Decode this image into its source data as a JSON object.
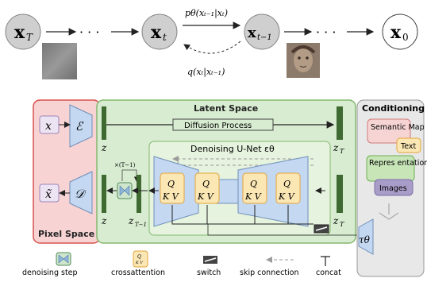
{
  "top": {
    "x_T": "x",
    "x_T_sub": "T",
    "x_t": "x",
    "x_t_sub": "t",
    "x_t1": "x",
    "x_t1_sub": "t−1",
    "x_0": "x",
    "x_0_sub": "0",
    "ellipsis": "· · ·",
    "p_theta_label": "pθ(xₜ₋₁|xₜ)",
    "q_label": "q(xₜ|xₜ₋₁)"
  },
  "pixel_space": {
    "title": "Pixel Space",
    "x_label": "x",
    "x_tilde_label": "x̃",
    "encoder": "ℰ",
    "decoder": "𝒟"
  },
  "latent_space": {
    "title": "Latent Space",
    "diffusion_process": "Diffusion Process",
    "unet_title": "Denoising U-Net εθ",
    "z": "z",
    "z_T": "z",
    "z_T_sub": "T",
    "z_T1": "z",
    "z_T1_sub": "T−1",
    "repeat": "×(T−1)",
    "attention_q": "Q",
    "attention_kv": "K V"
  },
  "conditioning": {
    "title": "Conditioning",
    "semantic_map": "Semantic Map",
    "text": "Text",
    "representations": "Repres entations",
    "images": "Images",
    "tau": "τθ"
  },
  "legend": {
    "denoising_step": "denoising step",
    "crossattention": "crossattention",
    "switch": "switch",
    "skip_connection": "skip connection",
    "concat": "concat"
  },
  "colors": {
    "pixel_bg": "#f7d3d4",
    "pixel_border": "#d9534f",
    "latent_bg": "#d7ecd0",
    "latent_border": "#86b86f",
    "unet_bg": "#e6f3de",
    "block_blue": "#c4d8f2",
    "attention_bg": "#fbe7b4",
    "attention_border": "#e3a53a",
    "dark_green": "#3f6b32",
    "cond_bg": "#e8e8e8"
  }
}
